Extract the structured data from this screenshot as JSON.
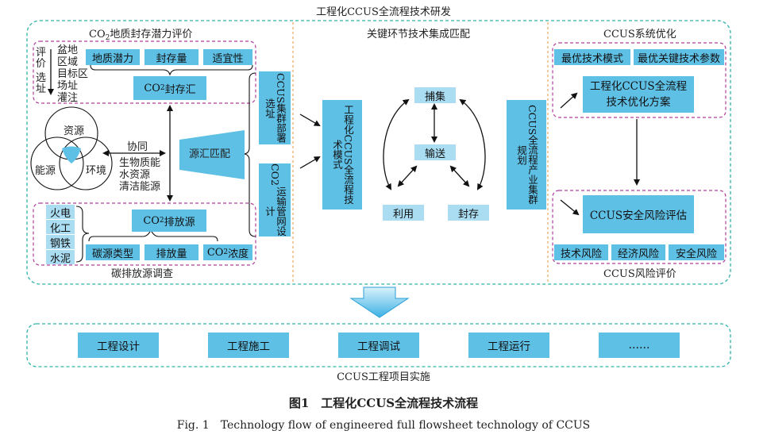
{
  "title_top": "工程化CCUS全流程技术研发",
  "left": {
    "geo_title": {
      "pre": "CO",
      "sub": "2",
      "post": "地质封存潜力评价"
    },
    "geo_boxes": [
      "地质潜力",
      "封存量",
      "适宜性"
    ],
    "sink_box": {
      "pre": "CO",
      "sub": "2",
      "post": "封存汇"
    },
    "site_steps": [
      "评价",
      "选址"
    ],
    "site_levels": [
      "盆地",
      "区域",
      "目标区",
      "场址",
      "灌注"
    ],
    "venn": [
      "资源",
      "能源",
      "环境"
    ],
    "synergy": "协同",
    "synergy_items": [
      "生物质能",
      "水资源",
      "清洁能源"
    ],
    "match_box": "源汇匹配",
    "cluster_box": "CCUS集群部署选址",
    "transport_box": {
      "pre": "CO",
      "sub": "2",
      "post": "运输管网设计"
    },
    "industries": [
      "火电",
      "化工",
      "钢铁",
      "水泥"
    ],
    "emission_box": {
      "pre": "CO",
      "sub": "2",
      "post": "排放源"
    },
    "emission_boxes": [
      "碳源类型",
      "排放量"
    ],
    "conc_box": {
      "pre": "CO",
      "sub": "2",
      "post": "浓度"
    },
    "emission_title": "碳排放源调查"
  },
  "middle": {
    "title": "关键环节技术集成匹配",
    "mode_box": "工程化CCUS全流程技术模式",
    "capture": "捕集",
    "transport": "输送",
    "utilize": "利用",
    "storage": "封存",
    "cluster_plan": "CCUS全流程产业集群规划"
  },
  "right": {
    "title": "CCUS系统优化",
    "opt_boxes": [
      "最优技术模式",
      "最优关键技术参数"
    ],
    "plan_box": "工程化CCUS全流程\n技术优化方案",
    "risk_box": "CCUS安全风险评估",
    "risk_boxes": [
      "技术风险",
      "经济风险",
      "安全风险"
    ],
    "risk_title": "CCUS风险评价"
  },
  "bottom": {
    "steps": [
      "工程设计",
      "工程施工",
      "工程调试",
      "工程运行",
      "……"
    ],
    "label": "CCUS工程项目实施"
  },
  "caption_cn": "图1　工程化CCUS全流程技术流程",
  "caption_en": "Fig. 1　Technology flow of engineered full flowsheet technology of CCUS",
  "colors": {
    "box": "#5fc0e6",
    "box_light": "#aadcf2",
    "outer_border": "#2fb3a8",
    "dash_purple": "#b03c9c",
    "divider": "#e69a3a"
  }
}
